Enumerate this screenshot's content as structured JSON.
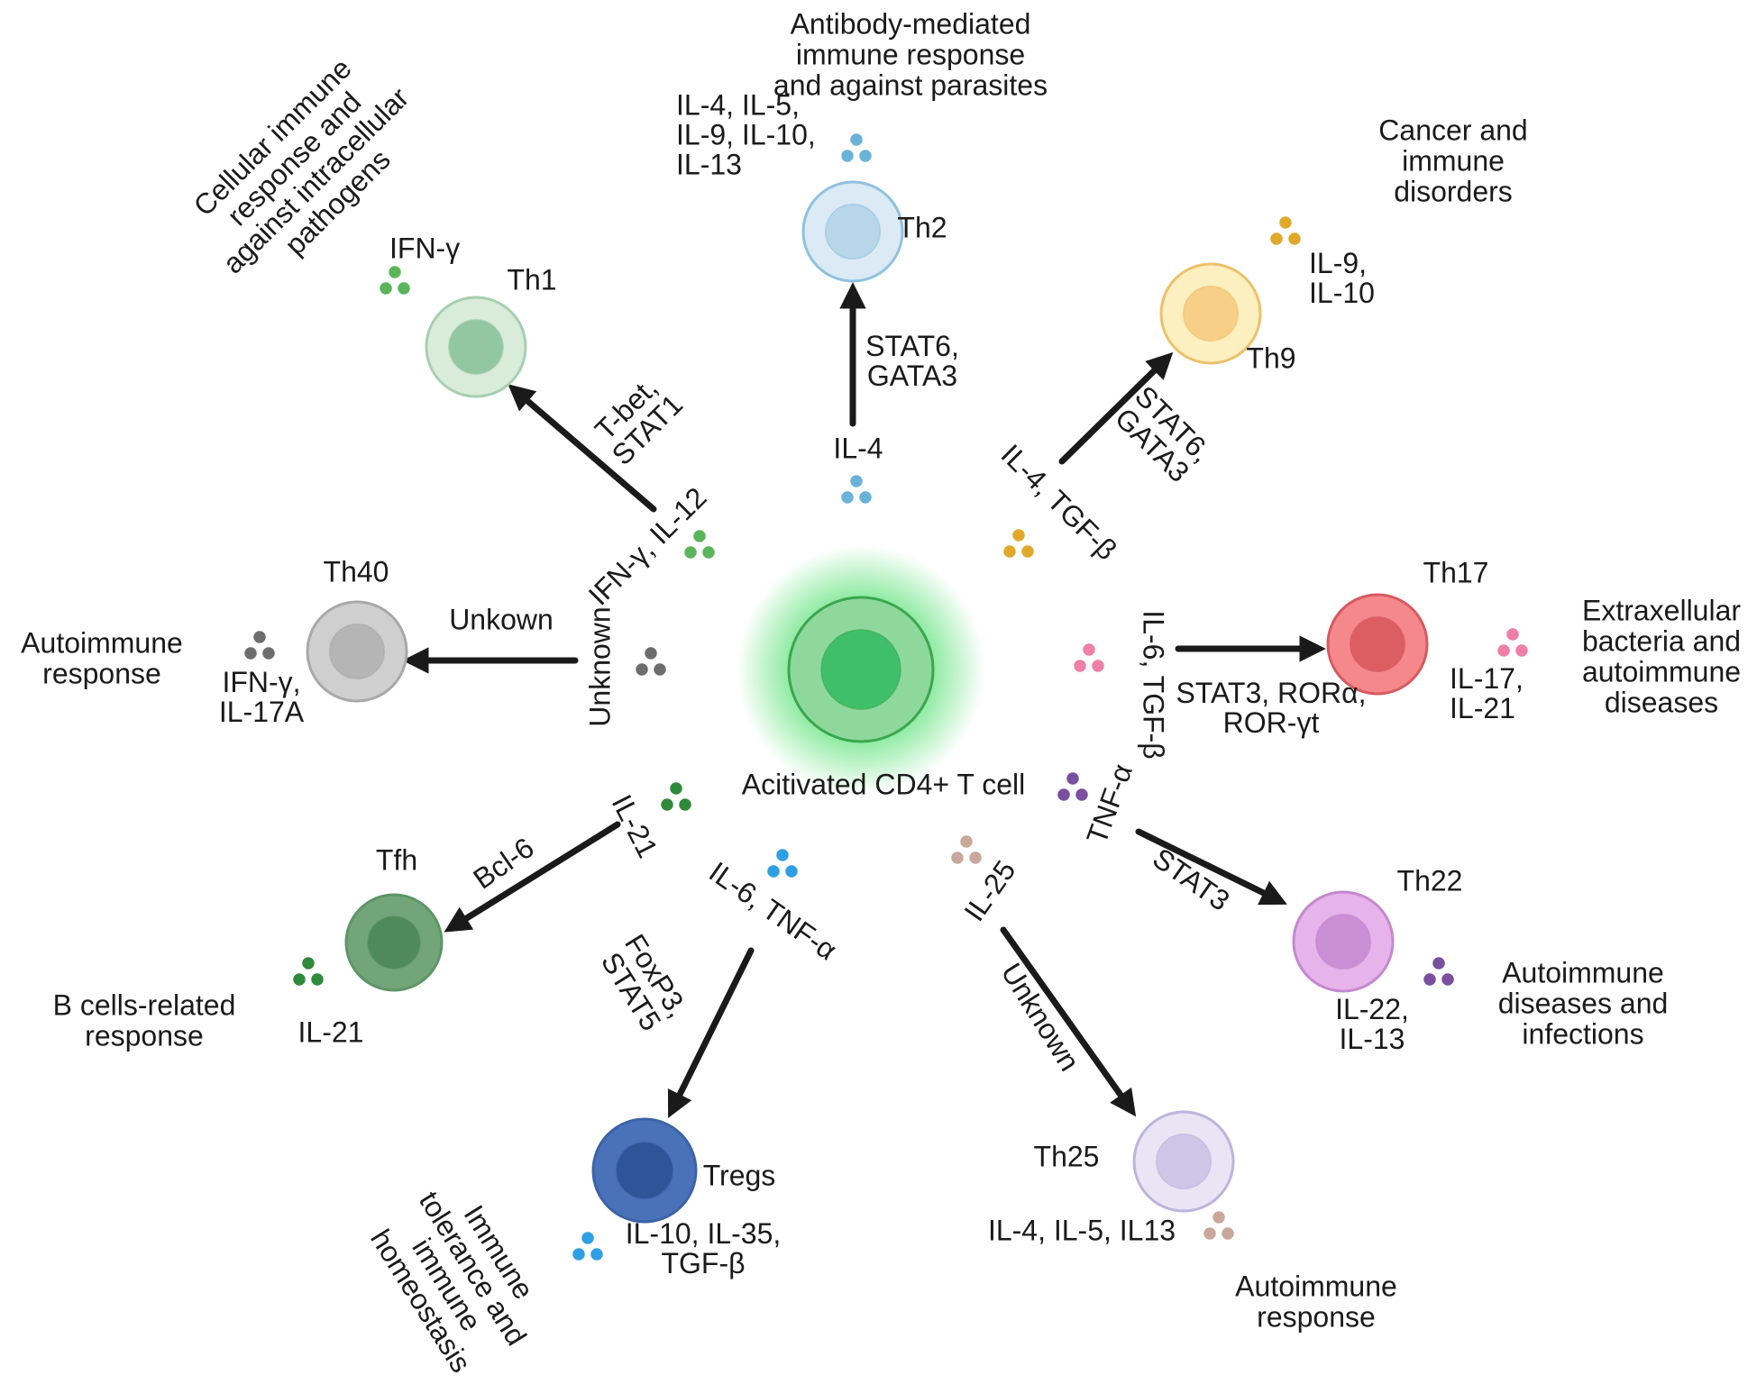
{
  "center": {
    "label": "Acitivated CD4+ T cell",
    "colors": {
      "glow": "#5fe27a",
      "outer": "#8fd89b",
      "inner": "#3fbf6a",
      "ring": "#39a84f"
    }
  },
  "arrow_color": "#1a1a1a",
  "lineages": [
    {
      "id": "th1",
      "name": "Th1",
      "colors": {
        "outer": "#d9ecd9",
        "inner": "#93c7a1",
        "ring": "#a7cfb0",
        "dots": "#5bb55b"
      },
      "inducers": [
        "IFN-γ, IL-12"
      ],
      "transcription": [
        "T-bet,",
        "STAT1"
      ],
      "cytokines": [
        "IFN-γ"
      ],
      "function": [
        "Cellular immune",
        "response and",
        "against intracellular",
        "pathogens"
      ]
    },
    {
      "id": "th2",
      "name": "Th2",
      "colors": {
        "outer": "#dbeaf5",
        "inner": "#b7d6e8",
        "ring": "#8fc1e0",
        "dots": "#6ab3d8"
      },
      "inducers": [
        "IL-4"
      ],
      "transcription": [
        "STAT6,",
        "GATA3"
      ],
      "cytokines": [
        "IL-4, IL-5,",
        "IL-9, IL-10,",
        "IL-13"
      ],
      "function": [
        "Antibody-mediated",
        "immune response",
        "and against parasites"
      ]
    },
    {
      "id": "th9",
      "name": "Th9",
      "colors": {
        "outer": "#fcefc0",
        "inner": "#f7cf86",
        "ring": "#edc16b",
        "dots": "#e0a92a"
      },
      "inducers": [
        "IL-4, TGF-β"
      ],
      "transcription": [
        "STAT6,",
        "GATA3"
      ],
      "cytokines": [
        "IL-9,",
        "IL-10"
      ],
      "function": [
        "Cancer and",
        "immune",
        "disorders"
      ]
    },
    {
      "id": "th17",
      "name": "Th17",
      "colors": {
        "outer": "#f4888b",
        "inner": "#dc5e63",
        "ring": "#d65a60",
        "dots": "#ef7fa6"
      },
      "inducers": [
        "IL-6, TGF-β"
      ],
      "transcription": [
        "STAT3, RORα,",
        "ROR-γt"
      ],
      "cytokines": [
        "IL-17,",
        "IL-21"
      ],
      "function": [
        "Extraxellular",
        "bacteria and",
        "autoimmune",
        "diseases"
      ]
    },
    {
      "id": "th22",
      "name": "Th22",
      "colors": {
        "outer": "#e6b3ea",
        "inner": "#c98ed3",
        "ring": "#c488cf",
        "dots": "#7a4f9e"
      },
      "inducers": [
        "TNF-α"
      ],
      "transcription": [
        "STAT3"
      ],
      "cytokines": [
        "IL-22,",
        "IL-13"
      ],
      "function": [
        "Autoimmune",
        "diseases and",
        "infections"
      ]
    },
    {
      "id": "th25",
      "name": "Th25",
      "colors": {
        "outer": "#e9e5f4",
        "inner": "#cdc6e6",
        "ring": "#bcb4dc",
        "dots": "#c9a79a"
      },
      "inducers": [
        "IL-25"
      ],
      "transcription": [
        "Unknown"
      ],
      "cytokines": [
        "IL-4, IL-5, IL13"
      ],
      "function": [
        "Autoimmune",
        "response"
      ]
    },
    {
      "id": "tregs",
      "name": "Tregs",
      "colors": {
        "outer": "#4a72b8",
        "inner": "#2e5597",
        "ring": "#3c63a8",
        "dots": "#2f9fe3"
      },
      "inducers": [
        "IL-6, TNF-α"
      ],
      "transcription": [
        "FoxP3,",
        "STAT5"
      ],
      "cytokines": [
        "IL-10, IL-35,",
        "TGF-β"
      ],
      "function": [
        "Immune",
        "tolerance and",
        "immune",
        "homeostasis"
      ]
    },
    {
      "id": "tfh",
      "name": "Tfh",
      "colors": {
        "outer": "#73a57a",
        "inner": "#4f8a5a",
        "ring": "#5d9566",
        "dots": "#2f8a3c"
      },
      "inducers": [
        "IL-21"
      ],
      "transcription": [
        "Bcl-6"
      ],
      "cytokines": [
        "IL-21"
      ],
      "function": [
        "B cells-related",
        "response"
      ]
    },
    {
      "id": "th40",
      "name": "Th40",
      "colors": {
        "outer": "#cfcfcf",
        "inner": "#b5b5b5",
        "ring": "#a8a8a8",
        "dots": "#6d6d6d"
      },
      "inducers": [
        "Unknown"
      ],
      "transcription": [
        "Unkown"
      ],
      "cytokines": [
        "IFN-γ,",
        "IL-17A"
      ],
      "function": [
        "Autoimmune",
        "response"
      ]
    }
  ]
}
